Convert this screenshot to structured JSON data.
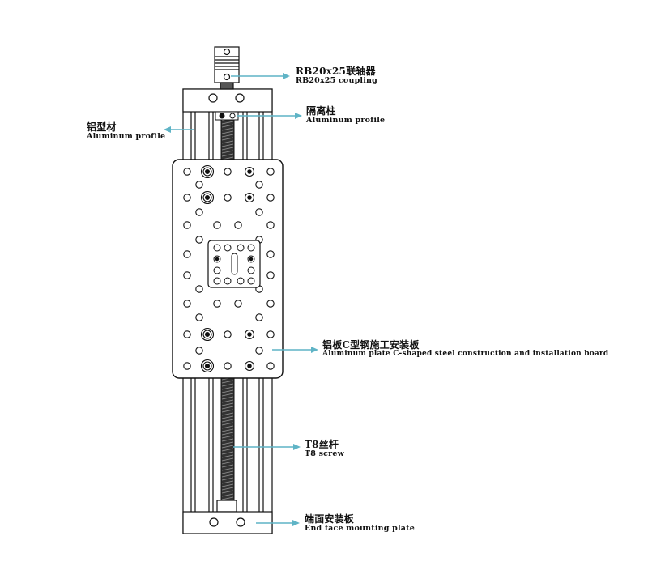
{
  "labels": {
    "coupling": {
      "zh": "RB20x25联轴器",
      "en": "RB20x25 coupling"
    },
    "spacer": {
      "zh": "隔离柱",
      "en": "Aluminum profile"
    },
    "profile": {
      "zh": "铝型材",
      "en": "Aluminum profile"
    },
    "carriage": {
      "zh": "铝板C型钢施工安装板",
      "en": "Aluminum plate C-shaped steel construction and installation board"
    },
    "screw": {
      "zh": "T8丝杆",
      "en": "T8 screw"
    },
    "end_plate": {
      "zh": "端面安装板",
      "en": "End face mounting plate"
    }
  },
  "colors": {
    "line": "#111111",
    "leader": "#5fb4c6",
    "fill": "#ffffff"
  }
}
